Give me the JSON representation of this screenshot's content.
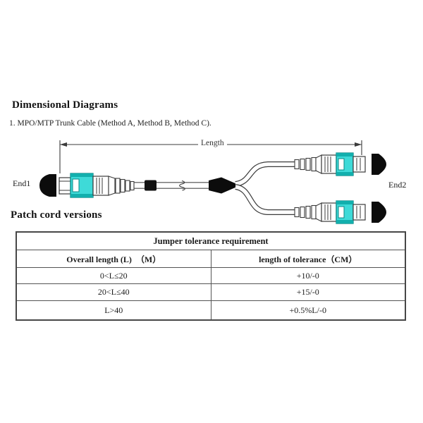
{
  "page": {
    "section1_title": "Dimensional Diagrams",
    "section1_item": "1. MPO/MTP Trunk Cable (Method A, Method B, Method C).",
    "section2_title": "Patch cord versions"
  },
  "diagram": {
    "length_label": "Length",
    "end1_label": "End1",
    "end2_label": "End2",
    "colors": {
      "connector_cyan": "#3EDAD8",
      "connector_teal_band": "#12AFAD",
      "connector_teal_stroke": "#0B8886",
      "outline": "#3B3B3B",
      "cap_black": "#0C0C0C"
    }
  },
  "table": {
    "title": "Jumper tolerance requirement",
    "columns": [
      "Overall length (L)　（M）",
      "length of tolerance（CM）"
    ],
    "rows": [
      {
        "length": "0<L≤20",
        "tolerance": "+10/-0"
      },
      {
        "length": "20<L≤40",
        "tolerance": "+15/-0"
      },
      {
        "length": "L>40",
        "tolerance": "+0.5%L/-0"
      }
    ]
  }
}
